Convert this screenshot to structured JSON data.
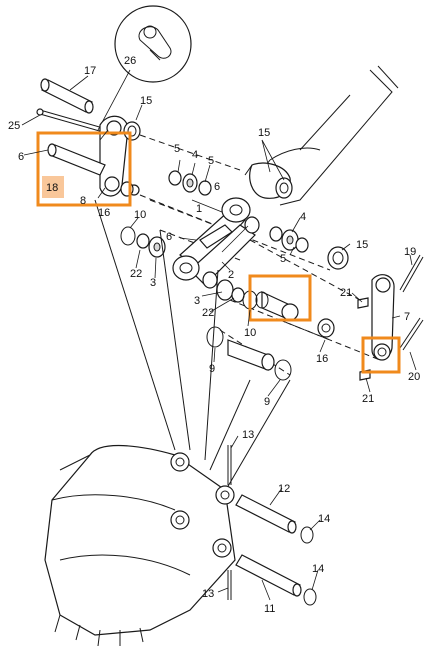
{
  "highlight_color": "#f08a1c",
  "highlight_fill": "#f9c79a",
  "callouts": {
    "c1": "1",
    "c2": "2",
    "c3a": "3",
    "c3b": "3",
    "c4a": "4",
    "c4b": "4",
    "c5a": "5",
    "c5b": "5",
    "c5c": "5",
    "c6a": "6",
    "c6b": "6",
    "c6c": "6",
    "c7": "7",
    "c8": "8",
    "c9a": "9",
    "c9b": "9",
    "c10a": "10",
    "c10b": "10",
    "c11": "11",
    "c12": "12",
    "c13a": "13",
    "c13b": "13",
    "c14a": "14",
    "c14b": "14",
    "c15a": "15",
    "c15b": "15",
    "c15c": "15",
    "c16a": "16",
    "c16b": "16",
    "c17": "17",
    "c18": "18",
    "c19": "19",
    "c20": "20",
    "c21a": "21",
    "c21b": "21",
    "c22a": "22",
    "c22b": "22",
    "c25": "25",
    "c26": "26"
  }
}
